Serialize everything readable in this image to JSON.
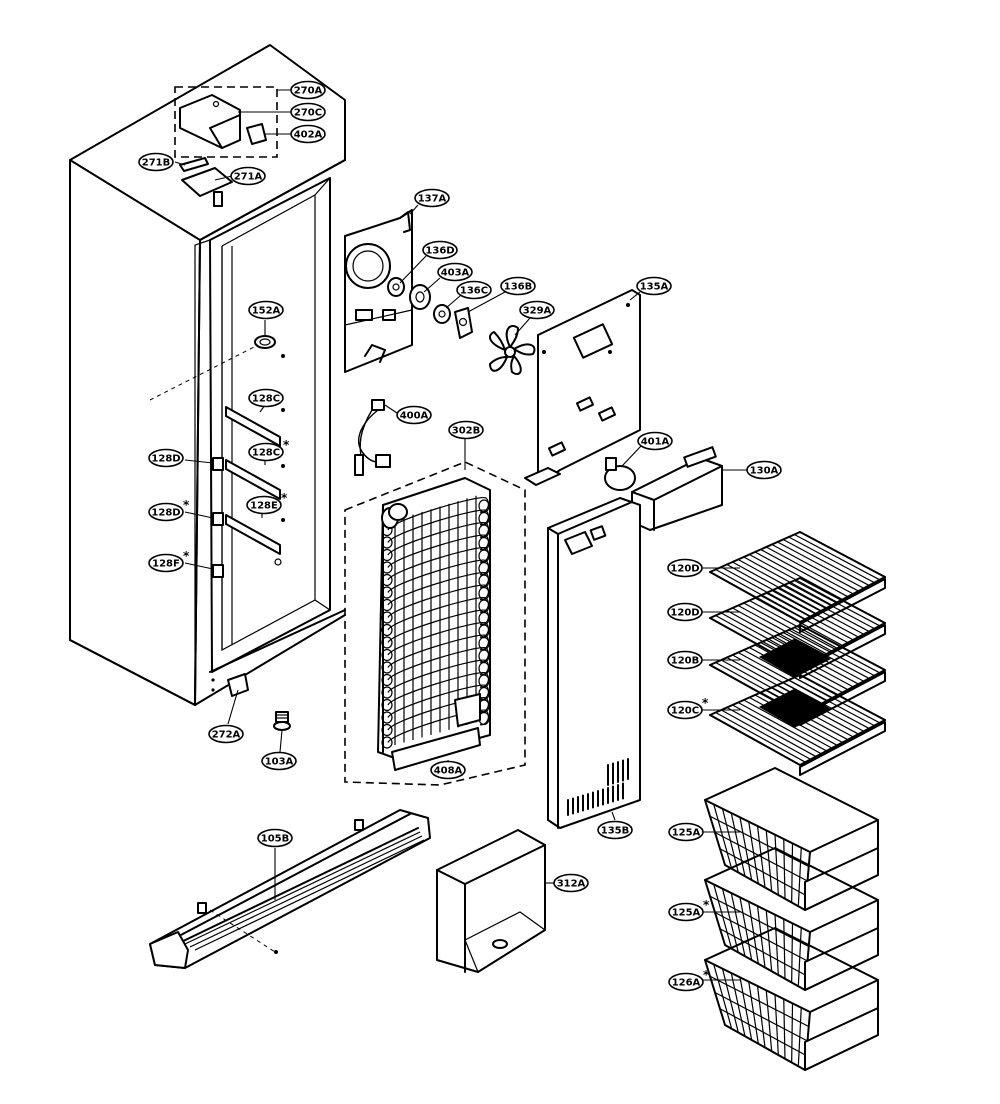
{
  "callouts": [
    {
      "id": "c270A",
      "label": "270A",
      "star": false
    },
    {
      "id": "c270C",
      "label": "270C",
      "star": false
    },
    {
      "id": "c402A",
      "label": "402A",
      "star": false
    },
    {
      "id": "c271B",
      "label": "271B",
      "star": false
    },
    {
      "id": "c271A",
      "label": "271A",
      "star": false
    },
    {
      "id": "c137A",
      "label": "137A",
      "star": false
    },
    {
      "id": "c136D",
      "label": "136D",
      "star": false
    },
    {
      "id": "c403A",
      "label": "403A",
      "star": false
    },
    {
      "id": "c136C",
      "label": "136C",
      "star": false
    },
    {
      "id": "c136B",
      "label": "136B",
      "star": false
    },
    {
      "id": "c329A",
      "label": "329A",
      "star": false
    },
    {
      "id": "c135A",
      "label": "135A",
      "star": false
    },
    {
      "id": "c152A",
      "label": "152A",
      "star": false
    },
    {
      "id": "c128C1",
      "label": "128C",
      "star": false
    },
    {
      "id": "c128C2",
      "label": "128C",
      "star": true
    },
    {
      "id": "c128D1",
      "label": "128D",
      "star": false
    },
    {
      "id": "c128D2",
      "label": "128D",
      "star": true
    },
    {
      "id": "c128E",
      "label": "128E",
      "star": true
    },
    {
      "id": "c128F",
      "label": "128F",
      "star": true
    },
    {
      "id": "c400A",
      "label": "400A",
      "star": false
    },
    {
      "id": "c302B",
      "label": "302B",
      "star": false
    },
    {
      "id": "c401A",
      "label": "401A",
      "star": false
    },
    {
      "id": "c130A",
      "label": "130A",
      "star": false
    },
    {
      "id": "c120D1",
      "label": "120D",
      "star": false
    },
    {
      "id": "c120D2",
      "label": "120D",
      "star": false
    },
    {
      "id": "c120B",
      "label": "120B",
      "star": false
    },
    {
      "id": "c120C",
      "label": "120C",
      "star": true
    },
    {
      "id": "c272A",
      "label": "272A",
      "star": false
    },
    {
      "id": "c103A",
      "label": "103A",
      "star": false
    },
    {
      "id": "c408A",
      "label": "408A",
      "star": false
    },
    {
      "id": "c135B",
      "label": "135B",
      "star": false
    },
    {
      "id": "c105B",
      "label": "105B",
      "star": false
    },
    {
      "id": "c312A",
      "label": "312A",
      "star": false
    },
    {
      "id": "c125A1",
      "label": "125A",
      "star": false
    },
    {
      "id": "c125A2",
      "label": "125A",
      "star": true
    },
    {
      "id": "c126A",
      "label": "126A",
      "star": true
    }
  ],
  "star_symbol": "*"
}
